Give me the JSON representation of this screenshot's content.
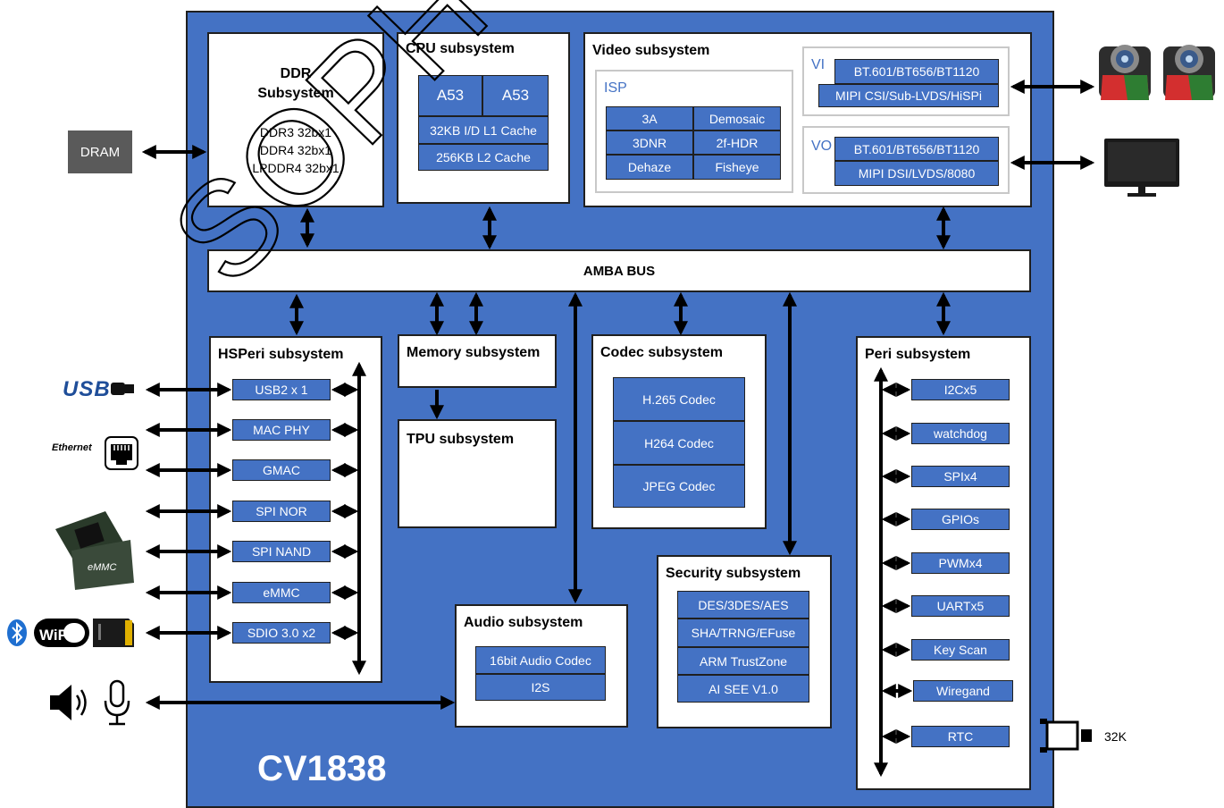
{
  "chip_name": "CV1838",
  "dram_label": "DRAM",
  "ddr": {
    "title_line1": "DDR",
    "title_line2": "Subsystem",
    "lines": [
      "DDR3 32bx1",
      "DDR4 32bx1",
      "LPDDR4 32bx1"
    ]
  },
  "cpu": {
    "title": "CPU subsystem",
    "cores": [
      "A53",
      "A53"
    ],
    "l1": "32KB I/D L1 Cache",
    "l2": "256KB L2 Cache"
  },
  "video": {
    "title": "Video subsystem",
    "isp_label": "ISP",
    "isp_blocks": [
      "3A",
      "Demosaic",
      "3DNR",
      "2f-HDR",
      "Dehaze",
      "Fisheye"
    ],
    "vi_label": "VI",
    "vi_blocks": [
      "BT.601/BT656/BT1120",
      "MIPI CSI/Sub-LVDS/HiSPi"
    ],
    "vo_label": "VO",
    "vo_blocks": [
      "BT.601/BT656/BT1120",
      "MIPI DSI/LVDS/8080"
    ]
  },
  "bus_label": "AMBA BUS",
  "hsperi": {
    "title": "HSPeri subsystem",
    "items": [
      "USB2 x 1",
      "MAC PHY",
      "GMAC",
      "SPI NOR",
      "SPI NAND",
      "eMMC",
      "SDIO 3.0 x2"
    ]
  },
  "memory": {
    "title": "Memory subsystem"
  },
  "tpu": {
    "title": "TPU subsystem"
  },
  "codec": {
    "title": "Codec subsystem",
    "items": [
      "H.265 Codec",
      "H264 Codec",
      "JPEG Codec"
    ]
  },
  "audio": {
    "title": "Audio subsystem",
    "items": [
      "16bit Audio Codec",
      "I2S"
    ]
  },
  "security": {
    "title": "Security subsystem",
    "items": [
      "DES/3DES/AES",
      "SHA/TRNG/EFuse",
      "ARM TrustZone",
      "AI SEE V1.0"
    ]
  },
  "peri": {
    "title": "Peri subsystem",
    "items": [
      "I2Cx5",
      "watchdog",
      "SPIx4",
      "GPIOs",
      "PWMx4",
      "UARTx5",
      "Key Scan",
      "Wiregand",
      "RTC"
    ]
  },
  "external": {
    "usb_logo": "USB",
    "ethernet_label": "Ethernet",
    "emmc_logo": "eMMC",
    "wifi_logo": "WiFi",
    "crystal_label": "32K"
  },
  "watermark_text": "SOPHGO CO",
  "colors": {
    "chip_blue": "#4472c4",
    "dram_gray": "#5a5a5a",
    "line": "#1f1f1f"
  },
  "icons": [
    "camera-icon",
    "monitor-icon",
    "usb-icon",
    "ethernet-port-icon",
    "emmc-chip-icon",
    "bluetooth-icon",
    "wifi-icon",
    "sd-card-icon",
    "speaker-icon",
    "microphone-icon",
    "crystal-icon"
  ]
}
